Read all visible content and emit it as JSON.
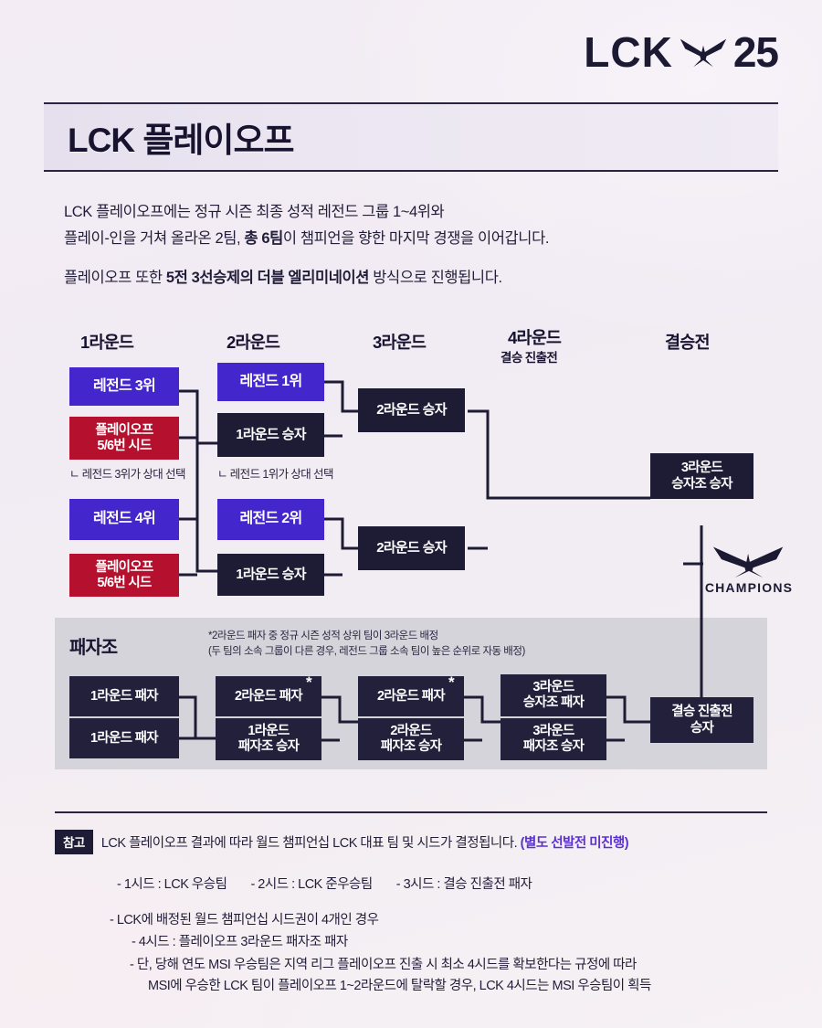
{
  "header": {
    "logo_text": "LCK",
    "logo_year": "25",
    "logo_bird_icon": "lck-bird-icon"
  },
  "title": "LCK 플레이오프",
  "intro": {
    "line1": "LCK 플레이오프에는 정규 시즌 최종 성적 레전드 그룹 1~4위와",
    "line2_a": "플레이-인을 거쳐 올라온 2팀, ",
    "line2_b": "총 6팀",
    "line2_c": "이 챔피언을 향한 마지막 경쟁을 이어갑니다.",
    "line3_a": "플레이오프 또한 ",
    "line3_b": "5전 3선승제의 더블 엘리미네이션",
    "line3_c": " 방식으로 진행됩니다."
  },
  "rounds": {
    "r1": "1라운드",
    "r2": "2라운드",
    "r3": "3라운드",
    "r4": "4라운드",
    "r4_sub": "결승 진출전",
    "final": "결승전"
  },
  "bracket": {
    "legend3": "레전드 3위",
    "seed56_a": "플레이오프\n5/6번 시드",
    "note_legend3": "ㄴ 레전드 3위가 상대 선택",
    "legend4": "레전드 4위",
    "seed56_b": "플레이오프\n5/6번 시드",
    "legend1": "레전드 1위",
    "r1_winner_a": "1라운드 승자",
    "note_legend1": "ㄴ 레전드 1위가 상대 선택",
    "legend2": "레전드 2위",
    "r1_winner_b": "1라운드 승자",
    "r2_winner_a": "2라운드 승자",
    "r2_winner_b": "2라운드 승자",
    "r3_upper_winner": "3라운드\n승자조 승자"
  },
  "champions": {
    "label": "CHAMPIONS",
    "bird_icon": "champions-bird-icon"
  },
  "loser_bracket": {
    "title": "패자조",
    "note_line1": "*2라운드 패자 중 정규 시즌 성적 상위 팀이 3라운드 배정",
    "note_line2": "(두 팀의 소속 그룹이 다른 경우, 레전드 그룹 소속 팀이 높은 순위로 자동 배정)",
    "r1_loser_a": "1라운드 패자",
    "r1_loser_b": "1라운드 패자",
    "r2_loser_a": "2라운드 패자",
    "r1_loser_bracket_winner": "1라운드\n패자조 승자",
    "r2_loser_b": "2라운드 패자",
    "r2_loser_bracket_winner": "2라운드\n패자조 승자",
    "r3_upper_loser": "3라운드\n승자조 패자",
    "r3_loser_bracket_winner": "3라운드\n패자조 승자",
    "final_qualifier_winner": "결승 진출전\n승자",
    "asterisk": "*"
  },
  "footer": {
    "badge": "참고",
    "main_a": "LCK 플레이오프 결과에 따라 월드 챔피언십 LCK 대표 팀 및 시드가 결정됩니다. ",
    "main_b": "(별도 선발전 미진행)",
    "seed1": "- 1시드 : LCK 우승팀",
    "seed2": "- 2시드 : LCK 준우승팀",
    "seed3": "- 3시드 : 결승 진출전 패자",
    "block_l1": "- LCK에 배정된 월드 챔피언십 시드권이 4개인 경우",
    "block_l2": "- 4시드 : 플레이오프 3라운드 패자조 패자",
    "block_l3": "- 단, 당해 연도 MSI 우승팀은 지역 리그 플레이오프 진출 시 최소 4시드를 확보한다는 규정에 따라",
    "block_l4": "MSI에 우승한 LCK 팀이 플레이오프 1~2라운드에 탈락할 경우, LCK 4시드는 MSI 우승팀이 획득"
  },
  "colors": {
    "purple": "#4427cc",
    "red": "#b5112f",
    "dark": "#1e1b34",
    "panel": "#d5d4da",
    "accent": "#5b2fd4"
  }
}
